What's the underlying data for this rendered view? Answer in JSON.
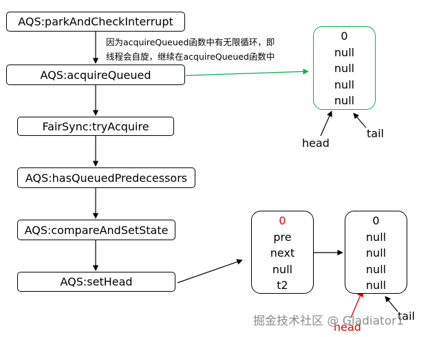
{
  "steps": [
    "AQS:parkAndCheckInterrupt",
    "AQS:acquireQueued",
    "FairSync:tryAcquire",
    "AQS:hasQueuedPredecessors",
    "AQS:compareAndSetState",
    "AQS:setHead"
  ],
  "note": {
    "line1": "因为acquireQueued函数中有无限循环，即",
    "line2": "线程会自旋，继续在acquireQueued函数中"
  },
  "queue_top": {
    "cells": [
      "0",
      "null",
      "null",
      "null",
      "null"
    ],
    "head_label": "head",
    "tail_label": "tail"
  },
  "new_head_node": {
    "cells": [
      "0",
      "pre",
      "next",
      "null",
      "t2"
    ]
  },
  "old_head_node": {
    "cells": [
      "0",
      "null",
      "null",
      "null",
      "null"
    ],
    "head_label": "head",
    "tail_label": "tail"
  },
  "watermark": "掘金技术社区 @ Gladiator1",
  "colors": {
    "green": "#00b050",
    "red": "#e00000",
    "line": "#000000"
  }
}
